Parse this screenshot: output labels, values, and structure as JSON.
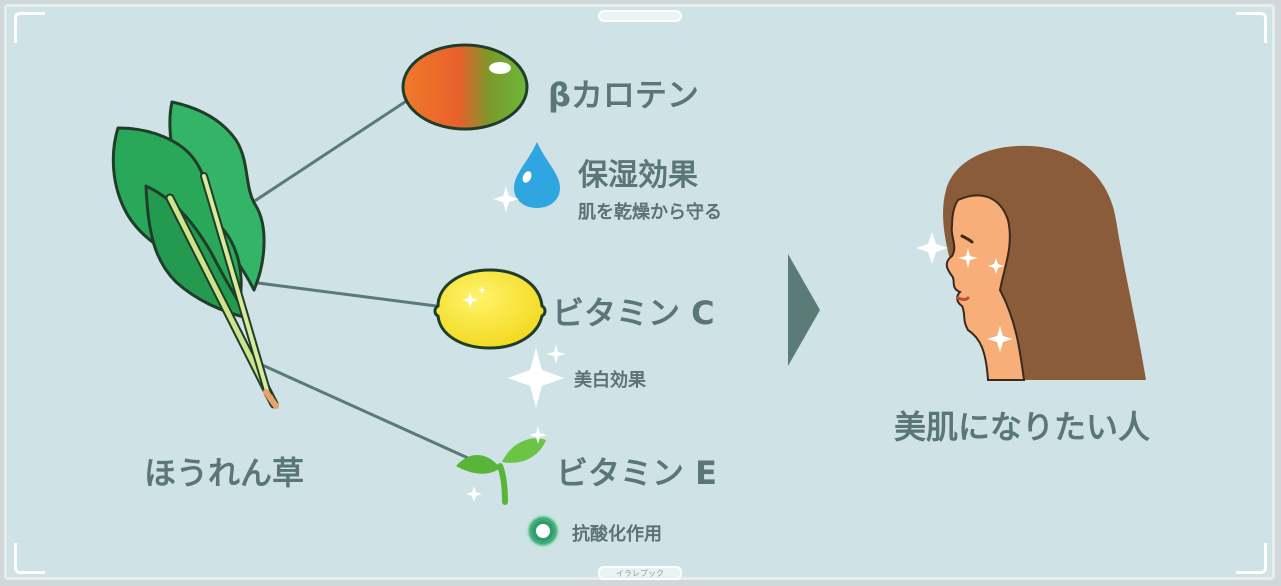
{
  "source": {
    "label": "ほうれん草"
  },
  "nutrients": [
    {
      "name": "βカロテン",
      "icon": "mango-icon",
      "effect": "保湿効果",
      "effect_icon": "water-drop-icon",
      "effect_note": "肌を乾燥から守る"
    },
    {
      "name": "ビタミン C",
      "icon": "lemon-icon",
      "effect": "美白効果",
      "effect_icon": "sparkle-icon"
    },
    {
      "name": "ビタミン E",
      "icon": "sprout-icon",
      "effect": "抗酸化作用",
      "effect_icon": "antioxidant-ring-icon"
    }
  ],
  "target": {
    "label": "美肌になりたい人"
  },
  "credit": "イラレブック",
  "colors": {
    "background": "#cfe3e6",
    "label_text": "#5b7677",
    "connector": "#5a7a78",
    "arrow": "#5b7b78",
    "spinach_leaf": "#2aa85a",
    "hair": "#8a5c3a",
    "skin": "#f7b07a",
    "lemon": "#f5e428",
    "drop": "#3aa7df"
  }
}
